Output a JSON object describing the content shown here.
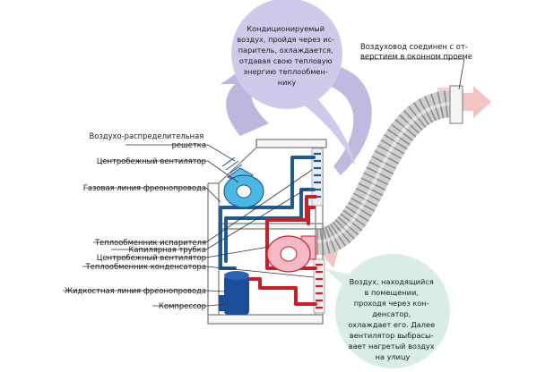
{
  "labels": {
    "grille": [
      "Воздухо-распределительная",
      "решетка"
    ],
    "centrifugal_fan_top": "Центробежный вентилятор",
    "gas_line": "Газовая линия фреонопровода",
    "evaporator": "Теплообменник испарителя",
    "capillary": "Капилярная трубка",
    "centrifugal_fan_bottom": "Центробежный вентилятор",
    "condenser": "Теплообменник конденсатора",
    "liquid_line": "Жидкостная линия фреонопровода",
    "compressor": "Компрессор",
    "duct": [
      "Воздуховод соединен с от-",
      "верстием в оконном проеме"
    ]
  },
  "bubbles": {
    "cool_air": [
      "Кондиционируемый",
      "воздух, пройдя через ис-",
      "паритель, охлаждается,",
      "отдавая свою тепловую",
      "энергию теплообмен-",
      "нику"
    ],
    "hot_air": [
      "Воздух, находящийся",
      "в помещении,",
      "проходя через кон-",
      "денсатор,",
      "охлаждает его. Далее",
      "вентилятор выбрасы-",
      "вает нагретый воздух",
      "на улицу"
    ]
  },
  "colors": {
    "cool_flow": "#b9b3dd",
    "cool_bubble": "#cfcaea",
    "hot_bubble": "#d9ede6",
    "hot_arrow": "#f2c4c6",
    "pipe_blue": "#1f5a93",
    "pipe_red": "#c8202b",
    "fan_blue": "#49b9e3",
    "fan_pink": "#f4b9c4",
    "compressor": "#1b4f9c",
    "frame": "#8a8a8a"
  }
}
